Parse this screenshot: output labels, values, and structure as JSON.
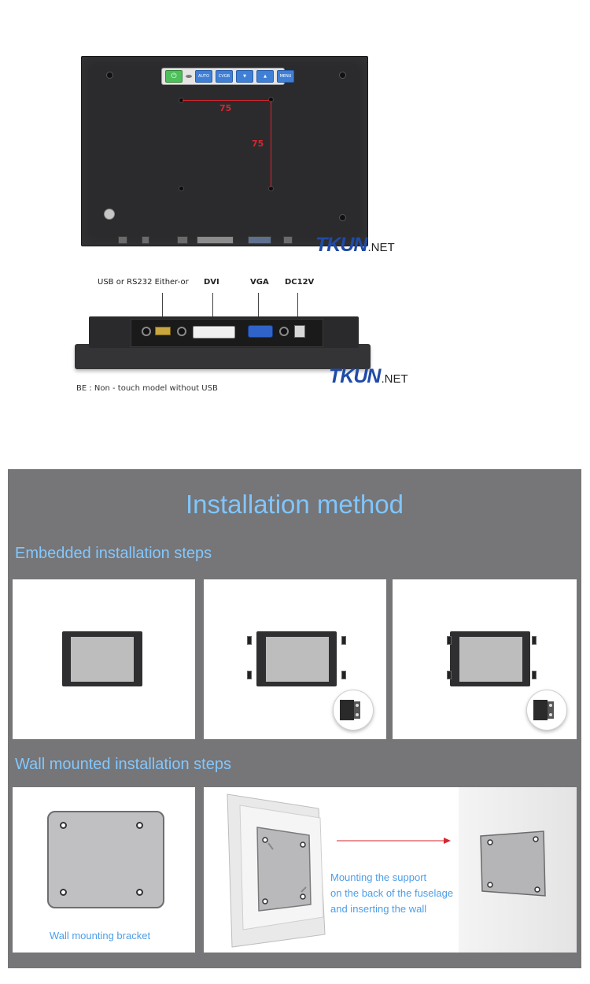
{
  "top_view": {
    "keypad": {
      "power_symbol": "⏻",
      "keys": [
        "AUTO",
        "CVGB",
        "▼",
        "▲",
        "MENU"
      ]
    },
    "dim_horizontal": "75",
    "dim_vertical": "75"
  },
  "logo": {
    "main": "TKUN",
    "suffix": ".NET"
  },
  "side_view": {
    "labels": {
      "usb": "USB or RS232 Either-or",
      "dvi": "DVI",
      "vga": "VGA",
      "dc": "DC12V"
    },
    "note": "BE : Non - touch model without USB"
  },
  "installation": {
    "title": "Installation method",
    "embedded_title": "Embedded installation steps",
    "wall_title": "Wall mounted installation steps",
    "bracket_caption": "Wall mounting bracket",
    "mount_caption_lines": [
      "Mounting the support",
      "on the back of the fuselage",
      "and inserting the wall"
    ]
  },
  "colors": {
    "accent_blue": "#7fc6ff",
    "section_gray": "#767577",
    "dimension_red": "#d7262f",
    "logo_blue": "#1f4aa8"
  }
}
